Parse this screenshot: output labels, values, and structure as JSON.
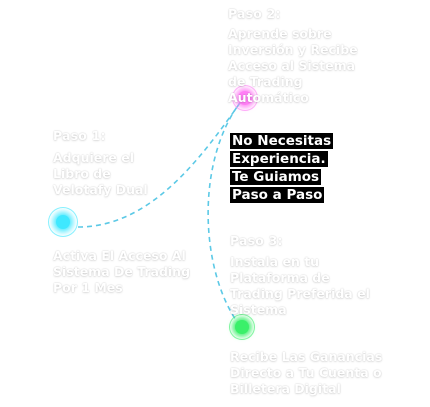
{
  "steps": [
    {
      "label": "Paso 1:",
      "description": "Adquiere el Libro de Velotafy Dual",
      "footer": "Activa El Acceso Al Sistema De Trading Por 1 Mes",
      "color": "#3fe8ff"
    },
    {
      "label": "Paso 2:",
      "description": "Aprende sobre Inversión y Recibe Acceso al Sistema de Trading Automático",
      "footer": "",
      "color": "#ff7ef5"
    },
    {
      "label": "Paso 3:",
      "description": "Instala en tu Plataforma de Trading Preferida el Sistema",
      "footer": "Recibe Las Ganancias Directo a Tu Cuenta o Billetera Digital",
      "color": "#3bf06a"
    }
  ],
  "center": {
    "lines": [
      "No Necesitas",
      "Experiencia.",
      "Te Guiamos",
      "Paso a Paso"
    ]
  },
  "connector_color": "#5cc9e6"
}
